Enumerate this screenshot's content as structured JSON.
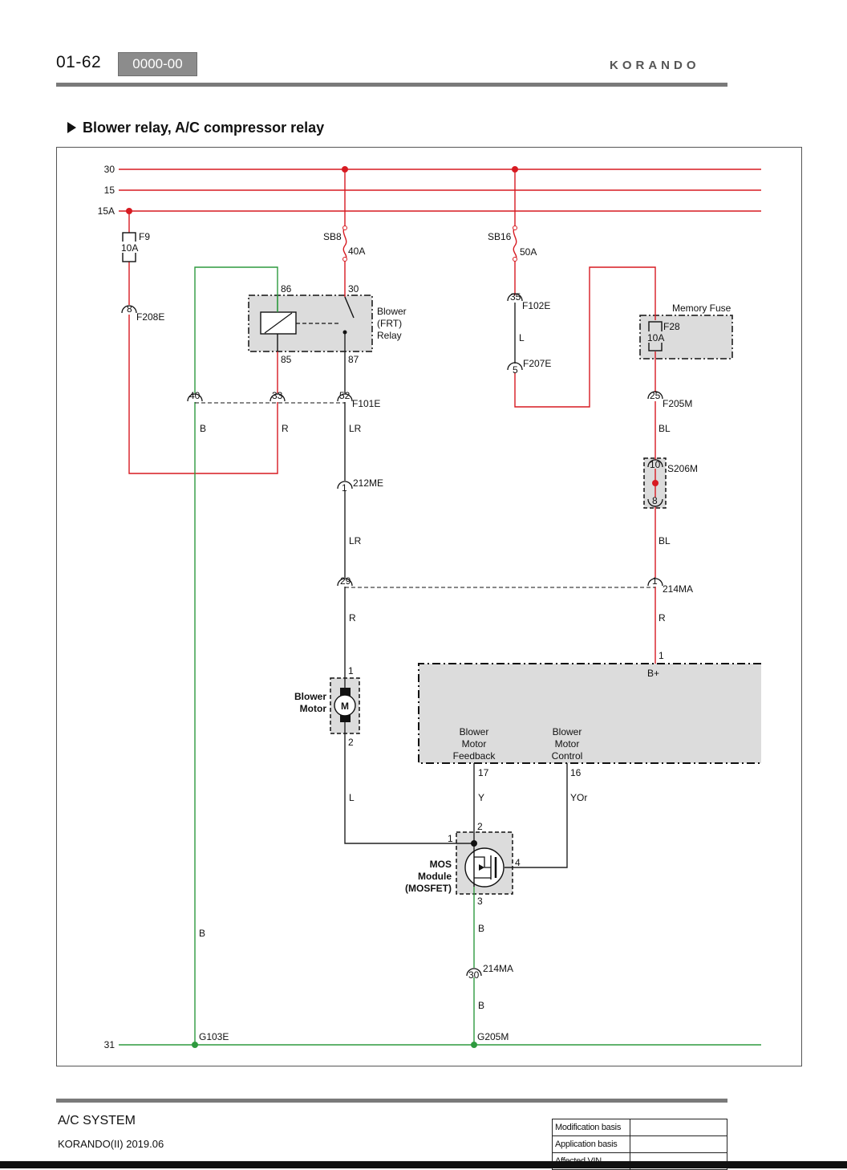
{
  "header": {
    "page_number": "01-62",
    "section_code": "0000-00",
    "brand": "KORANDO"
  },
  "section_title": "Blower relay, A/C compressor relay",
  "diagram": {
    "bus_labels": [
      "30",
      "15",
      "15A",
      "31"
    ],
    "fuses": {
      "f9_name": "F9",
      "f9_rating": "10A",
      "sb8_name": "SB8",
      "sb8_rating": "40A",
      "sb16_name": "SB16",
      "sb16_rating": "50A",
      "f28_name": "F28",
      "f28_rating": "10A",
      "memory_fuse_label": "Memory Fuse"
    },
    "relay": {
      "label_lines": [
        "Blower",
        "(FRT)",
        "Relay"
      ],
      "pins": [
        "86",
        "30",
        "85",
        "87"
      ]
    },
    "connectors": {
      "f208e_pin": "8",
      "f208e": "F208E",
      "f101e_pins": [
        "40",
        "33",
        "52"
      ],
      "f101e": "F101E",
      "f102e_pin": "35",
      "f102e": "F102E",
      "f207e_pin": "5",
      "f207e": "F207E",
      "f205m_pin": "25",
      "f205m": "F205M",
      "s206m_pins": [
        "10",
        "8"
      ],
      "s206m": "S206M",
      "c212me_pin": "1",
      "c212me": "212ME",
      "c214ma_pins": [
        "29",
        "1"
      ],
      "c214ma": "214MA",
      "c214ma_lower_pin": "30",
      "c214ma_lower": "214MA"
    },
    "wire_colors": {
      "b_left_upper": "B",
      "r_relay": "R",
      "lr_upper": "LR",
      "lr_lower": "LR",
      "l_fuse": "L",
      "bl_upper": "BL",
      "bl_lower": "BL",
      "r_lower_left": "R",
      "r_lower_right": "R",
      "l_motor": "L",
      "y_feedback": "Y",
      "yor_control": "YOr",
      "b_left_lower": "B",
      "b_mos_upper": "B",
      "b_mos_lower": "B"
    },
    "blower_motor": {
      "label_lines": [
        "Blower",
        "Motor"
      ],
      "symbol": "M",
      "pins": [
        "1",
        "2"
      ]
    },
    "control_module": {
      "pin_bplus": "1",
      "bplus_label": "B+",
      "feedback_lines": [
        "Blower",
        "Motor",
        "Feedback"
      ],
      "feedback_pin": "17",
      "control_lines": [
        "Blower",
        "Motor",
        "Control"
      ],
      "control_pin": "16"
    },
    "mos_module": {
      "label_lines": [
        "MOS",
        "Module",
        "(MOSFET)"
      ],
      "pins": [
        "1",
        "2",
        "3",
        "4"
      ]
    },
    "grounds": [
      "G103E",
      "G205M"
    ]
  },
  "footer": {
    "system": "A/C SYSTEM",
    "model": "KORANDO(II) 2019.06",
    "table": {
      "modification_basis": "Modification basis",
      "application_basis": "Application basis",
      "affected_vin": "Affected VIN"
    }
  },
  "colors": {
    "power_wire": "#d71a21",
    "ground_wire": "#2e9a3e",
    "signal_wire": "#222222",
    "component_fill": "#dcdcdc"
  }
}
